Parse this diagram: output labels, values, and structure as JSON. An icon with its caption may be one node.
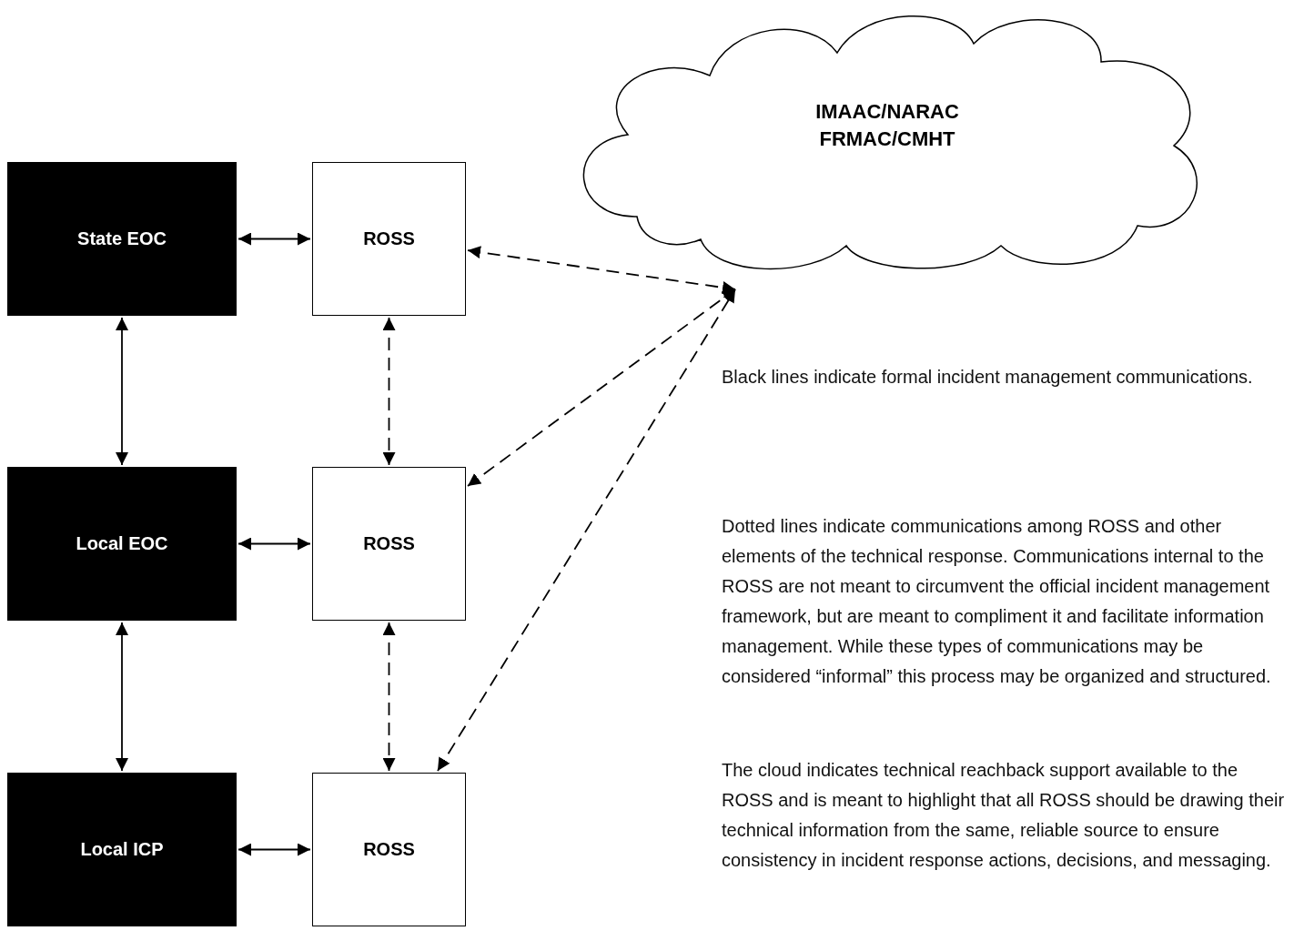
{
  "diagram": {
    "nodes": [
      {
        "text": [
          "State EOC"
        ]
      },
      {
        "text": [
          "ROSS"
        ]
      },
      {
        "text": [
          "Local EOC"
        ]
      },
      {
        "text": [
          "ROSS"
        ]
      },
      {
        "text": [
          "Local ICP"
        ]
      },
      {
        "text": [
          "ROSS"
        ]
      },
      {
        "text": [
          "IMAAC/NARAC",
          "FRMAC/CMHT"
        ]
      }
    ],
    "edges": [
      {
        "from": 0,
        "to": 1,
        "arrow": "both"
      },
      {
        "from": 2,
        "to": 3,
        "arrow": "both"
      },
      {
        "from": 4,
        "to": 5,
        "arrow": "both"
      },
      {
        "from": 0,
        "to": 2,
        "arrow": "both"
      },
      {
        "from": 2,
        "to": 4,
        "arrow": "both"
      },
      {
        "from": 1,
        "to": 3,
        "arrow": "both",
        "style": "dashed"
      },
      {
        "from": 3,
        "to": 5,
        "arrow": "both",
        "style": "dashed"
      },
      {
        "from": 1,
        "to": 6,
        "arrow": "both",
        "style": "dashed"
      },
      {
        "from": 3,
        "to": 6,
        "arrow": "both",
        "style": "dashed"
      },
      {
        "from": 5,
        "to": 6,
        "arrow": "both",
        "style": "dashed"
      }
    ],
    "labels": [
      "Black lines indicate formal incident management communications.",
      "Dotted lines indicate communications among ROSS and other elements of the technical response. Communications internal to the ROSS are not meant to circumvent the official incident management framework, but are meant to compliment it and facilitate information management.  While these types of communications may be considered “informal” this process may be organized and structured.",
      "The cloud indicates technical reachback support available to the ROSS and is meant to highlight that all ROSS should be drawing their technical information from the same, reliable source to ensure consistency in incident response actions, decisions, and messaging."
    ]
  }
}
